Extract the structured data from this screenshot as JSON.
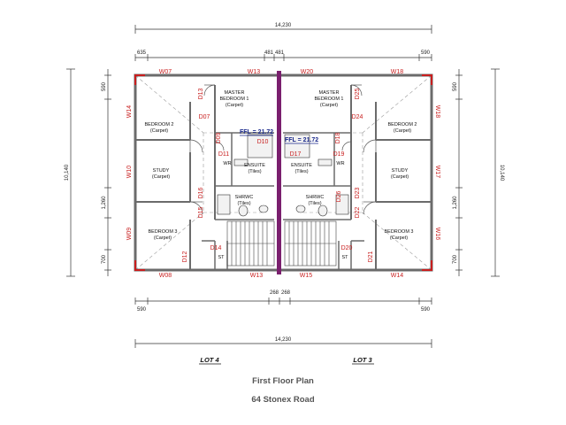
{
  "dimensions": {
    "overall_top": "14,230",
    "overall_bottom": "14,230",
    "top_left": "635",
    "top_right": "590",
    "top_mid_left": "481",
    "top_mid_right": "481",
    "bottom_left": "590",
    "bottom_right": "590",
    "bottom_mid_left": "268",
    "bottom_mid_right": "268",
    "height_left": "10,140",
    "height_right": "10,140",
    "left_590": "590",
    "left_1260": "1,260",
    "left_700": "700",
    "right_590": "590",
    "right_1260": "1,260",
    "right_700": "700"
  },
  "rooms": {
    "master_left": [
      "MASTER",
      "BEDROOM 1",
      "(Carpet)"
    ],
    "master_right": [
      "MASTER",
      "BEDROOM 1",
      "(Carpet)"
    ],
    "bed2_left": [
      "BEDROOM 2",
      "(Carpet)"
    ],
    "bed2_right": [
      "BEDROOM 2",
      "(Carpet)"
    ],
    "study_left": [
      "STUDY",
      "(Carpet)"
    ],
    "study_right": [
      "STUDY",
      "(Carpet)"
    ],
    "bed3_left": [
      "BEDROOM 3",
      "(Carpet)"
    ],
    "bed3_right": [
      "BEDROOM 3",
      "(Carpet)"
    ],
    "ensuite_left": [
      "ENSUITE",
      "(Tiles)"
    ],
    "ensuite_right": [
      "ENSUITE",
      "(Tiles)"
    ],
    "shrwc_left": [
      "SHRWC",
      "(Tiles)"
    ],
    "shrwc_right": [
      "SHRWC",
      "(Tiles)"
    ],
    "wr_left": "WR",
    "wr_right": "WR",
    "st_left": "ST",
    "st_right": "ST"
  },
  "ffl": {
    "left": "FFL = 21.72",
    "right": "FFL = 21.72"
  },
  "windows": {
    "top": [
      "W07",
      "W13",
      "W20",
      "W18"
    ],
    "bottom": [
      "W08",
      "W13",
      "W15",
      "W14"
    ],
    "left": [
      "W14",
      "W10",
      "W09"
    ],
    "right": [
      "W18",
      "W17",
      "W16"
    ]
  },
  "doors": {
    "left": [
      "D13",
      "D07",
      "D09",
      "D11",
      "D16",
      "D15",
      "D14",
      "D12"
    ],
    "center": "D10",
    "right": [
      "D25",
      "D24",
      "D18",
      "D19",
      "D17",
      "D26",
      "D23",
      "D22",
      "D20",
      "D21"
    ]
  },
  "lots": {
    "left": "LOT 4",
    "right": "LOT 3"
  },
  "caption": {
    "title": "First Floor Plan",
    "address": "64 Stonex Road"
  },
  "colors": {
    "wall": "#6b6b6b",
    "party_wall": "#7a1f6e",
    "tag": "#c81e1e",
    "ffl": "#1b2a8c"
  }
}
